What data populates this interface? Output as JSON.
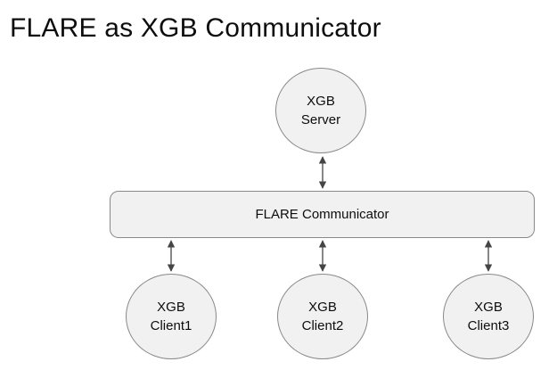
{
  "title": "FLARE as XGB Communicator",
  "diagram": {
    "server": {
      "label": "XGB\nServer"
    },
    "communicator": {
      "label": "FLARE Communicator"
    },
    "clients": [
      {
        "label": "XGB\nClient1"
      },
      {
        "label": "XGB\nClient2"
      },
      {
        "label": "XGB\nClient3"
      }
    ],
    "colors": {
      "background": "#ffffff",
      "node_fill": "#f1f1f2",
      "node_border": "#898989",
      "arrow": "#454545",
      "text": "#0d0d0d"
    }
  }
}
